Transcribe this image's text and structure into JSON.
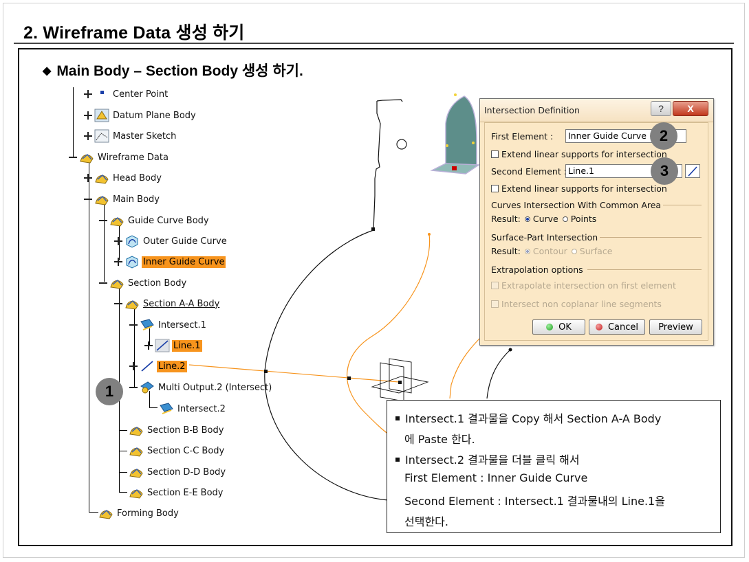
{
  "page": {
    "title": "2. Wireframe Data 생성 하기",
    "subtitle": "Main Body – Section Body 생성 하기."
  },
  "tree": {
    "items": [
      {
        "label": "Center Point"
      },
      {
        "label": "Datum Plane Body"
      },
      {
        "label": "Master Sketch"
      },
      {
        "label": "Wireframe Data"
      },
      {
        "label": "Head Body"
      },
      {
        "label": "Main Body"
      },
      {
        "label": "Guide Curve Body"
      },
      {
        "label": "Outer Guide Curve"
      },
      {
        "label": "Inner Guide Curve"
      },
      {
        "label": "Section Body"
      },
      {
        "label": "Section A-A Body"
      },
      {
        "label": "Intersect.1"
      },
      {
        "label": "Line.1"
      },
      {
        "label": "Line.2"
      },
      {
        "label": "Multi Output.2 (Intersect)"
      },
      {
        "label": "Intersect.2"
      },
      {
        "label": "Section B-B Body"
      },
      {
        "label": "Section C-C Body"
      },
      {
        "label": "Section D-D Body"
      },
      {
        "label": "Section E-E Body"
      },
      {
        "label": "Forming Body"
      }
    ]
  },
  "dialog": {
    "title": "Intersection Definition",
    "help_label": "?",
    "close_label": "X",
    "first_element_label": "First Element :",
    "first_element_value": "Inner Guide Curve",
    "extend_label_1": "Extend linear supports for intersection",
    "second_element_label": "Second Element :",
    "second_element_value": "Line.1",
    "extend_label_2": "Extend linear supports for intersection",
    "curves_group": "Curves Intersection With Common Area",
    "result_label": "Result:",
    "curve_option": "Curve",
    "points_option": "Points",
    "surface_group": "Surface-Part Intersection",
    "result_label_2": "Result:",
    "contour_option": "Contour",
    "surface_option": "Surface",
    "extrapolation_group": "Extrapolation options",
    "extrapolate_label": "Extrapolate intersection on first element",
    "non_coplanar_label": "Intersect non coplanar line segments",
    "ok_label": "OK",
    "cancel_label": "Cancel",
    "preview_label": "Preview"
  },
  "badges": {
    "one": "1",
    "two": "2",
    "three": "3"
  },
  "note": {
    "line1": "Intersect.1 결과물을 Copy 해서 Section A-A Body",
    "line2": "에 Paste 한다.",
    "line3": "Intersect.2 결과물을 더블 클릭 해서",
    "line4": "First Element : Inner Guide Curve",
    "line5": "Second Element : Intersect.1 결과물내의 Line.1을",
    "line6": "선택한다."
  },
  "colors": {
    "highlight": "#f7941d",
    "dialog_bg": "#fbe8c6",
    "badge": "#808080"
  }
}
